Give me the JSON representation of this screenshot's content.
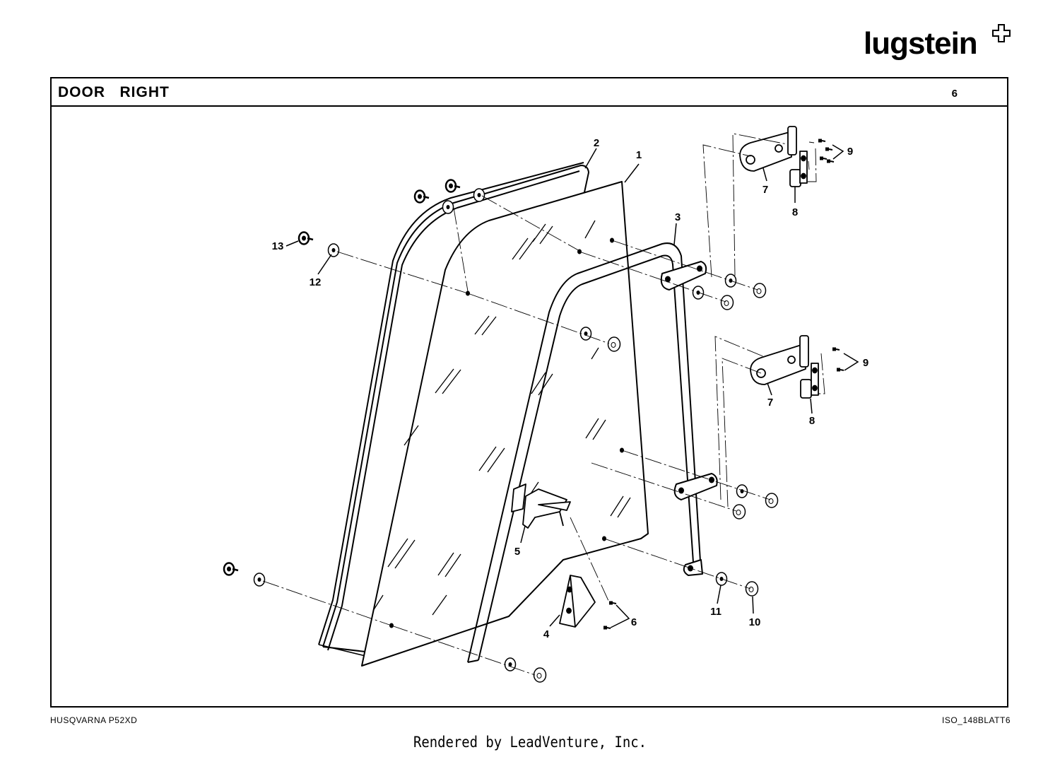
{
  "brand": {
    "name": "lugstein"
  },
  "header": {
    "title": "DOOR   RIGHT",
    "page_number": "6"
  },
  "callouts": [
    {
      "id": "c1",
      "label": "1"
    },
    {
      "id": "c2",
      "label": "2"
    },
    {
      "id": "c3",
      "label": "3"
    },
    {
      "id": "c4",
      "label": "4"
    },
    {
      "id": "c5",
      "label": "5"
    },
    {
      "id": "c6",
      "label": "6"
    },
    {
      "id": "c7a",
      "label": "7"
    },
    {
      "id": "c7b",
      "label": "7"
    },
    {
      "id": "c8a",
      "label": "8"
    },
    {
      "id": "c8b",
      "label": "8"
    },
    {
      "id": "c9a",
      "label": "9"
    },
    {
      "id": "c9b",
      "label": "9"
    },
    {
      "id": "c10",
      "label": "10"
    },
    {
      "id": "c11",
      "label": "11"
    },
    {
      "id": "c12",
      "label": "12"
    },
    {
      "id": "c13",
      "label": "13"
    }
  ],
  "footer": {
    "model": "HUSQVARNA P52XD",
    "sheet_code": "ISO_148BLATT6",
    "rendered_by": "Rendered by LeadVenture, Inc."
  }
}
